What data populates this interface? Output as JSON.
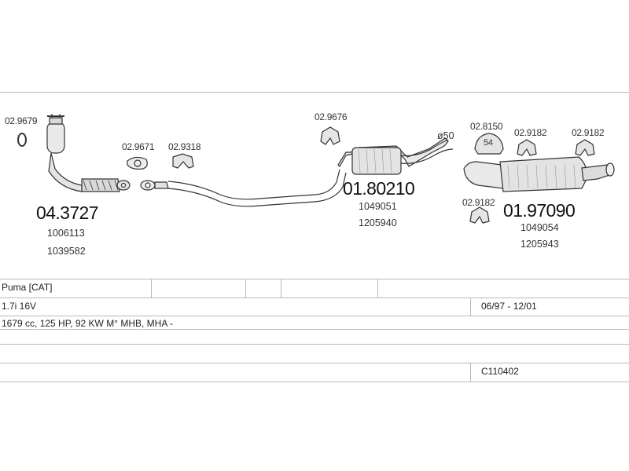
{
  "parts": {
    "clamp_front": "02.9679",
    "gasket_a": "02.9671",
    "hanger_a": "02.9318",
    "hanger_mid": "02.9676",
    "diameter": "ø50",
    "ring_54": "02.8150",
    "ring_54_label": "54",
    "hanger_rear1": "02.9182",
    "hanger_rear2": "02.9182",
    "hanger_rear3": "02.9182"
  },
  "catalyst": {
    "code": "04.3727",
    "ref1": "1006113",
    "ref2": "1039582"
  },
  "middle_silencer": {
    "code": "01.80210",
    "ref1": "1049051",
    "ref2": "1205940"
  },
  "rear_silencer": {
    "code": "01.97090",
    "ref1": "1049054",
    "ref2": "1205943"
  },
  "table": {
    "model": "Puma  [CAT]",
    "engine": "1.7i 16V",
    "years": "06/97 - 12/01",
    "specs": "1679 cc, 125 HP, 92 KW M° MHB, MHA -",
    "catalog_code": "C110402"
  }
}
